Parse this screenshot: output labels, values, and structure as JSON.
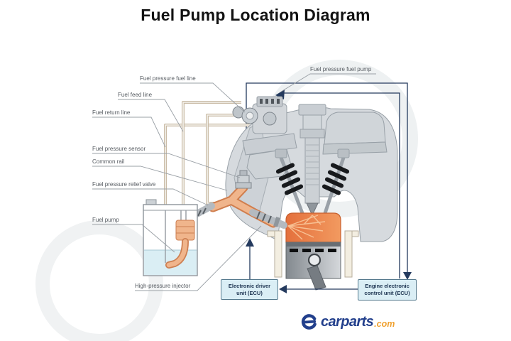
{
  "title": "Fuel Pump Location Diagram",
  "diagram": {
    "part_labels": {
      "fuel_pressure_fuel_line": "Fuel pressure fuel line",
      "fuel_feed_line": "Fuel feed line",
      "fuel_return_line": "Fuel return line",
      "fuel_pressure_sensor": "Fuel pressure sensor",
      "common_rail": "Common rail",
      "fuel_pressure_relief_valve": "Fuel pressure relief valve",
      "fuel_pump": "Fuel pump",
      "high_pressure_injector": "High-pressure injector",
      "fuel_pressure_fuel_pump": "Fuel pressure fuel pump"
    },
    "control_boxes": {
      "electronic_driver_unit": "Electronic driver unit (ECU)",
      "engine_ecu": "Engine electronic control unit (ECU)"
    }
  },
  "footer": {
    "brand_name": "carparts",
    "brand_tld": ".com"
  },
  "colors": {
    "combustion_orange": "#ee7f45",
    "spray_orange": "#f7c093",
    "engine_gray": "#d6dade",
    "engine_outline": "#98a0a7",
    "fuel_blue": "#daeef4",
    "tube_beige": "#c9bba6",
    "line_navy": "#243a5e",
    "leader_gray": "#9aa0a6",
    "ecu_box_fill": "#daeef5",
    "ecu_box_border": "#54788c",
    "brand_blue": "#223f8c",
    "brand_orange": "#f0a232"
  }
}
